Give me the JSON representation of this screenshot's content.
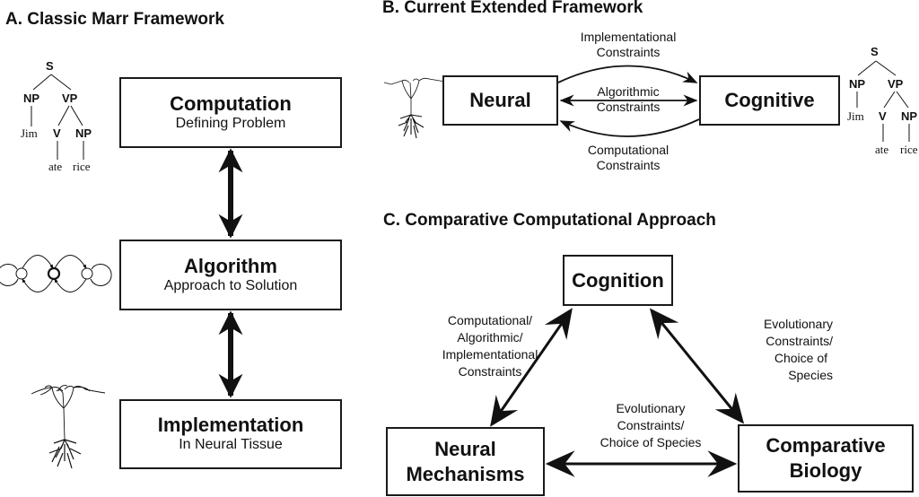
{
  "panels": {
    "a": {
      "title": "A. Classic Marr Framework",
      "boxes": [
        {
          "main": "Computation",
          "sub": "Defining Problem"
        },
        {
          "main": "Algorithm",
          "sub": "Approach to Solution"
        },
        {
          "main": "Implementation",
          "sub": "In Neural Tissue"
        }
      ]
    },
    "b": {
      "title": "B. Current Extended Framework",
      "boxes": {
        "left": "Neural",
        "right": "Cognitive"
      },
      "labels": {
        "top_line1": "Implementational",
        "top_line2": "Constraints",
        "mid_line1": "Algorithmic",
        "mid_line2": "Constraints",
        "bot_line1": "Computational",
        "bot_line2": "Constraints"
      }
    },
    "c": {
      "title": "C.  Comparative Computational Approach",
      "boxes": {
        "top": "Cognition",
        "left_line1": "Neural",
        "left_line2": "Mechanisms",
        "right_line1": "Comparative",
        "right_line2": "Biology"
      },
      "labels": {
        "left": [
          "Computational/",
          "Algorithmic/",
          "Implementational",
          "Constraints"
        ],
        "right": [
          "Evolutionary",
          "Constraints/",
          "Choice of",
          "Species"
        ],
        "bottom": [
          "Evolutionary",
          "Constraints/",
          "Choice of Species"
        ]
      }
    }
  },
  "syntax_tree": {
    "root": "S",
    "np": "NP",
    "vp": "VP",
    "v": "V",
    "np2": "NP",
    "w1": "Jim",
    "w2": "ate",
    "w3": "rice"
  },
  "icons": [
    "syntax-tree-icon",
    "state-network-icon",
    "neuron-icon"
  ]
}
